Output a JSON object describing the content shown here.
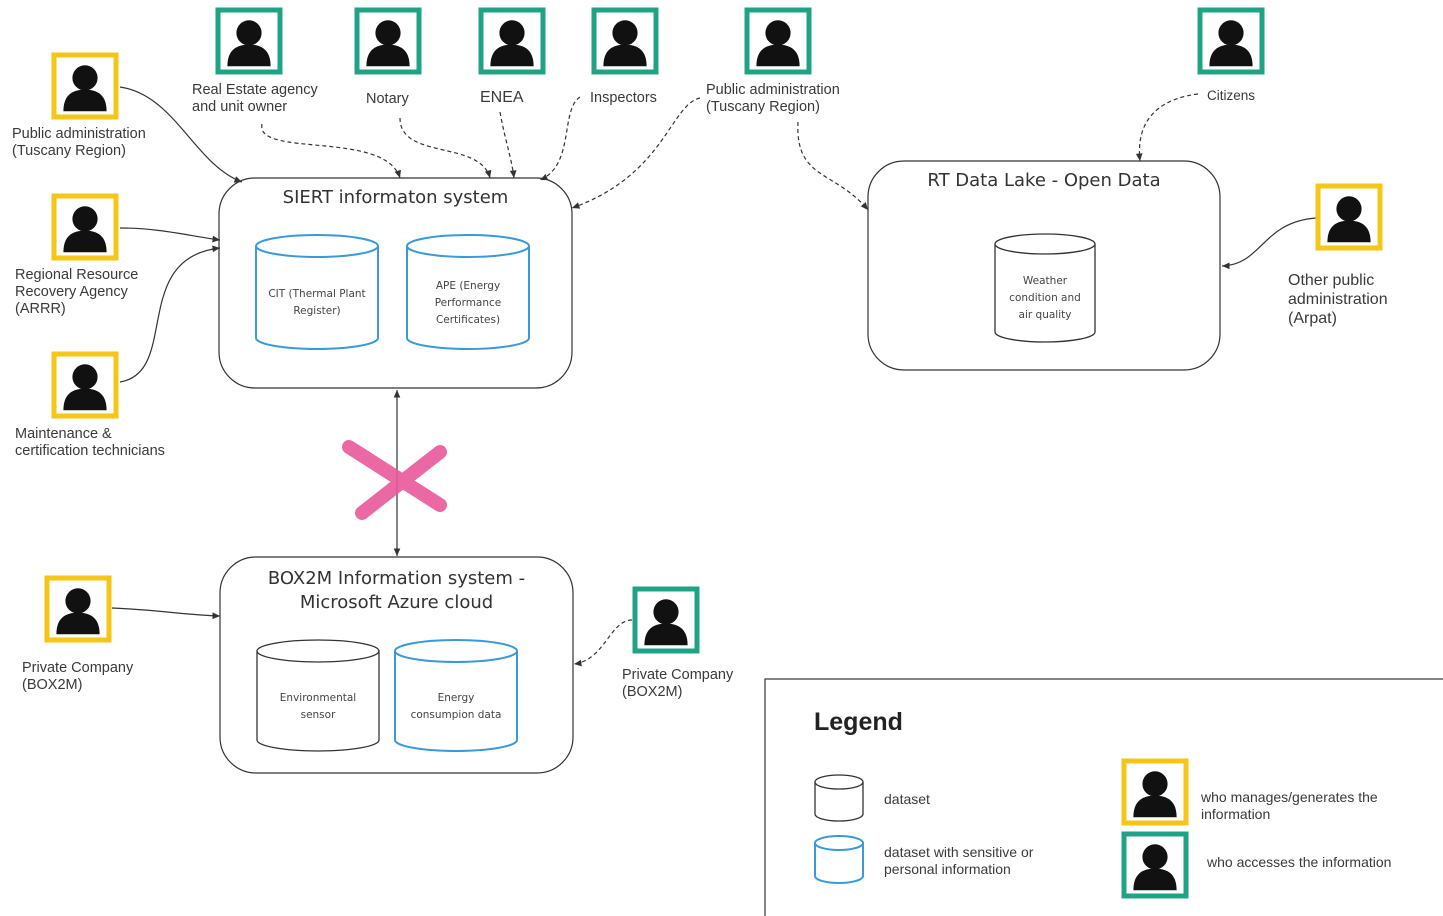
{
  "colors": {
    "manager_frame": "#f5c518",
    "accessor_frame": "#1fa384",
    "sensitive_dataset": "#3a9ad9",
    "blocked_x": "#e8589a",
    "person": "#111111"
  },
  "actors": {
    "pa_tuscany_left": "Public administration\n(Tuscany Region)",
    "arrr": "Regional Resource\nRecovery Agency\n(ARRR)",
    "maintenance": "Maintenance &\ncertification technicians",
    "real_estate": "Real Estate agency\nand unit owner",
    "notary": "Notary",
    "enea": "ENEA",
    "inspectors": "Inspectors",
    "pa_tuscany_top": "Public administration\n(Tuscany Region)",
    "citizens": "Citizens",
    "arpat": "Other public\nadministration\n(Arpat)",
    "box2m_left": "Private Company\n(BOX2M)",
    "box2m_right": "Private Company\n(BOX2M)"
  },
  "systems": {
    "siert": {
      "title": "SIERT informaton system",
      "datasets": [
        "CIT (Thermal Plant\nRegister)",
        "APE (Energy\nPerformance\nCertificates)"
      ]
    },
    "rt_data_lake": {
      "title": "RT Data Lake - Open Data",
      "datasets": [
        "Weather\ncondition and\nair quality"
      ]
    },
    "box2m": {
      "title": "BOX2M Information system -\nMicrosoft Azure cloud",
      "datasets": [
        "Environmental\nsensor",
        "Energy\nconsumpion data"
      ]
    }
  },
  "legend": {
    "title": "Legend",
    "dataset": "dataset",
    "sensitive_dataset": "dataset with sensitive or\npersonal information",
    "manager": "who manages/generates the\ninformation",
    "accessor": "who accesses the information"
  }
}
